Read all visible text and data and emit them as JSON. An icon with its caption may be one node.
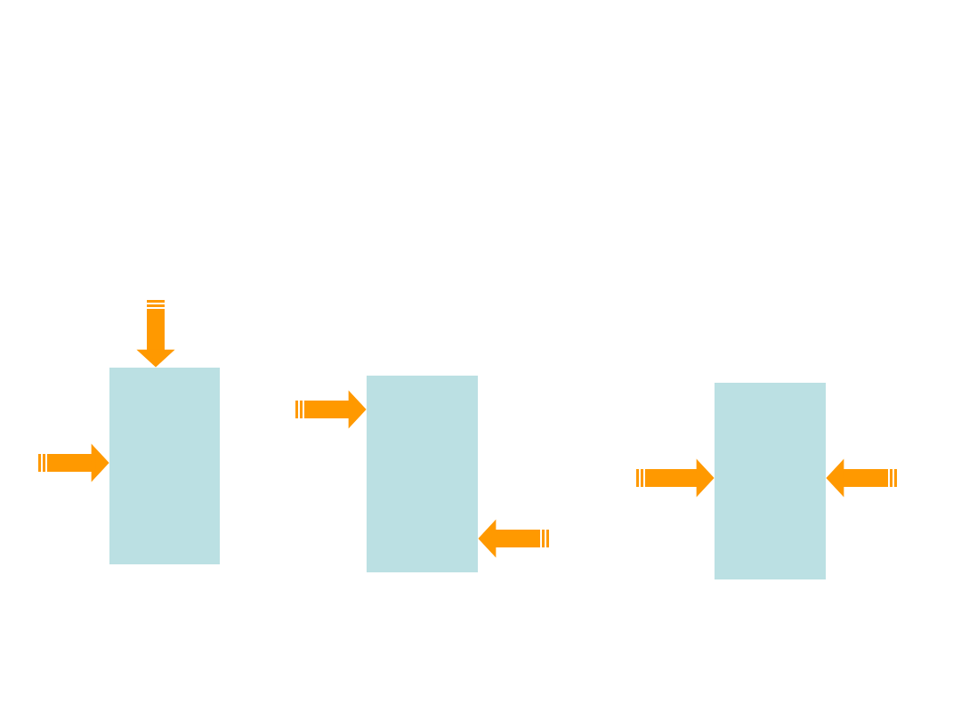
{
  "diagram": {
    "nodes": [
      {
        "text": [],
        "shape": "box"
      },
      {
        "text": [],
        "shape": "box"
      },
      {
        "text": [],
        "shape": "box"
      }
    ],
    "edges": [
      {
        "from": null,
        "to": 0,
        "arrow": "to"
      },
      {
        "from": null,
        "to": 0,
        "arrow": "to"
      },
      {
        "from": null,
        "to": 1,
        "arrow": "to"
      },
      {
        "from": null,
        "to": 1,
        "arrow": "to"
      },
      {
        "from": null,
        "to": 2,
        "arrow": "to"
      },
      {
        "from": null,
        "to": 2,
        "arrow": "to"
      }
    ]
  }
}
